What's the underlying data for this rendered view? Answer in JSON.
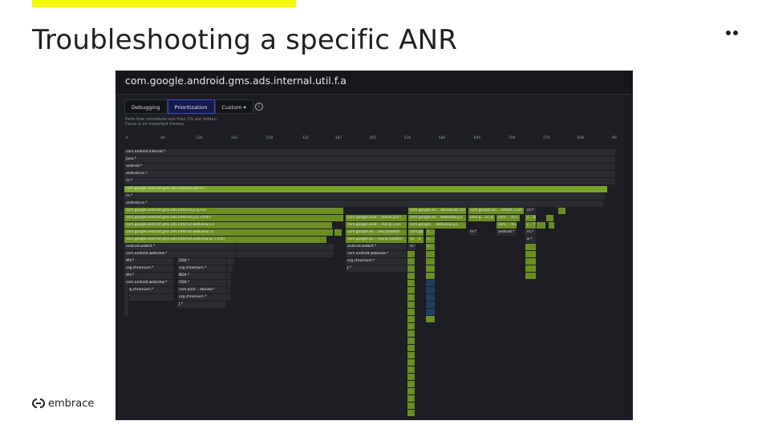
{
  "slide": {
    "title": "Troubleshooting a specific ANR",
    "accent_color": "#f2fa06",
    "logo_text": "embrace",
    "logo_icon": "embrace-logo-icon",
    "menu_icon": "more-dots-icon"
  },
  "profiler": {
    "function_title": "com.google.android.gms.ads.internal.util.f.a",
    "tabs": [
      {
        "label": "Debugging",
        "active": false
      },
      {
        "label": "Prioritization",
        "active": true
      },
      {
        "label": "Custom",
        "active": false,
        "has_dropdown": true
      }
    ],
    "info_icon": "info-circle-icon",
    "notes": [
      "Parts that contribute less than 1% are hidden.",
      "Focus is on important frames."
    ],
    "axis_ticks": [
      "0",
      "64",
      "128",
      "193",
      "258",
      "322",
      "387",
      "451",
      "516",
      "580",
      "645",
      "709",
      "774",
      "838",
      "90"
    ],
    "colors": {
      "dim": "#2a2c31",
      "green": "#6b8e23",
      "highlight": "#7ba428",
      "blue": "#1f3f5e",
      "background": "#1c1e24"
    },
    "frames": [
      {
        "label": "com.android.internal.*",
        "style": "dim"
      },
      {
        "label": "java.*",
        "style": "dim"
      },
      {
        "label": "android.*",
        "style": "dim"
      },
      {
        "label": "android.os.*",
        "style": "dim"
      },
      {
        "label": "rn.*",
        "style": "dim"
      },
      {
        "label": "com.google.android.gms.ads.internal.util.f.a",
        "style": "bright"
      },
      {
        "label": "rn.*",
        "style": "dim"
      },
      {
        "label": "android.os.*",
        "style": "dim"
      },
      {
        "label": "com.google.android.gms.ads.internal.js.q.run",
        "style": "green"
      },
      {
        "label": "com.google.android.gms.ads.internal.js.k.<init>",
        "style": "green"
      },
      {
        "label": "com.google.android.gms.ads.internal.webview.v.a",
        "style": "green"
      },
      {
        "label": "com.google.android.gms.ads.internal.webview.r.a",
        "style": "green"
      },
      {
        "label": "com.google.android.gms.ads.internal.webview.ac.<init>",
        "style": "green"
      },
      {
        "label": "android.webkit.*",
        "style": "dim"
      },
      {
        "label": "com.android.webview.*",
        "style": "dim"
      },
      {
        "label": "WV.*",
        "style": "dim"
      },
      {
        "label": "org.chromium.*",
        "style": "dim"
      },
      {
        "label": "WV.*",
        "style": "dim"
      },
      {
        "label": "com.android.webview.*",
        "style": "dim"
      },
      {
        "label": "org.chromium.*",
        "style": "dim"
      },
      {
        "label": "J.*",
        "style": "dim"
      },
      {
        "label": "OD4.*",
        "style": "dim"
      },
      {
        "label": "org.chromium.*",
        "style": "dim"
      },
      {
        "label": "ND4.*",
        "style": "dim"
      },
      {
        "label": "OD4.*",
        "style": "dim"
      },
      {
        "label": "com.andr... ebview.*",
        "style": "dim"
      },
      {
        "label": "org.chromium.*",
        "style": "dim"
      },
      {
        "label": "J.*",
        "style": "dim"
      },
      {
        "label": "com.google.andr... ternal.js.k.l",
        "style": "green"
      },
      {
        "label": "com.google.andr... mal.js.i.run",
        "style": "green"
      },
      {
        "label": "com.google.an... iew.y.loadUrl",
        "style": "green"
      },
      {
        "label": "com.google.an... iew.ac.loadUrl",
        "style": "green"
      },
      {
        "label": "android.webkit.*",
        "style": "dim"
      },
      {
        "label": "com.android.webview.*",
        "style": "dim"
      },
      {
        "label": "org.chromium.*",
        "style": "dim"
      },
      {
        "label": "J.*",
        "style": "dim"
      },
      {
        "label": "com.google.an... ebview.ah.run",
        "style": "green"
      },
      {
        "label": "com.google.an... webview.q.a",
        "style": "green"
      },
      {
        "label": "com.google.... webview.q.a",
        "style": "green"
      },
      {
        "label": "com.go... js.j.a",
        "style": "green"
      },
      {
        "label": "co... a",
        "style": "green"
      },
      {
        "label": "c... a",
        "style": "green"
      },
      {
        "label": "c...",
        "style": "green"
      },
      {
        "label": "rn.*",
        "style": "dim"
      },
      {
        "label": "rn.*",
        "style": "dim"
      },
      {
        "label": "rn.*",
        "style": "dim"
      },
      {
        "label": "c...",
        "style": "green"
      },
      {
        "label": "c...",
        "style": "green"
      },
      {
        "label": "c...",
        "style": "green"
      },
      {
        "label": "rn.*",
        "style": "dim"
      },
      {
        "label": "rn.*",
        "style": "dim"
      },
      {
        "label": "com.google.an... ontext.c.run",
        "style": "green"
      },
      {
        "label": "com.g... a.i.a",
        "style": "green"
      },
      {
        "label": "com.... m.c",
        "style": "green"
      },
      {
        "label": "com.... m.n",
        "style": "green"
      },
      {
        "label": "rn.*",
        "style": "dim"
      },
      {
        "label": "android.*",
        "style": "dim"
      },
      {
        "label": "rn.*",
        "style": "dim"
      },
      {
        "label": "c... b",
        "style": "green"
      },
      {
        "label": "c... f",
        "style": "green"
      },
      {
        "label": "rn.*",
        "style": "dim"
      },
      {
        "label": "a.*",
        "style": "dim"
      },
      {
        "label": "c...",
        "style": "green"
      }
    ]
  }
}
